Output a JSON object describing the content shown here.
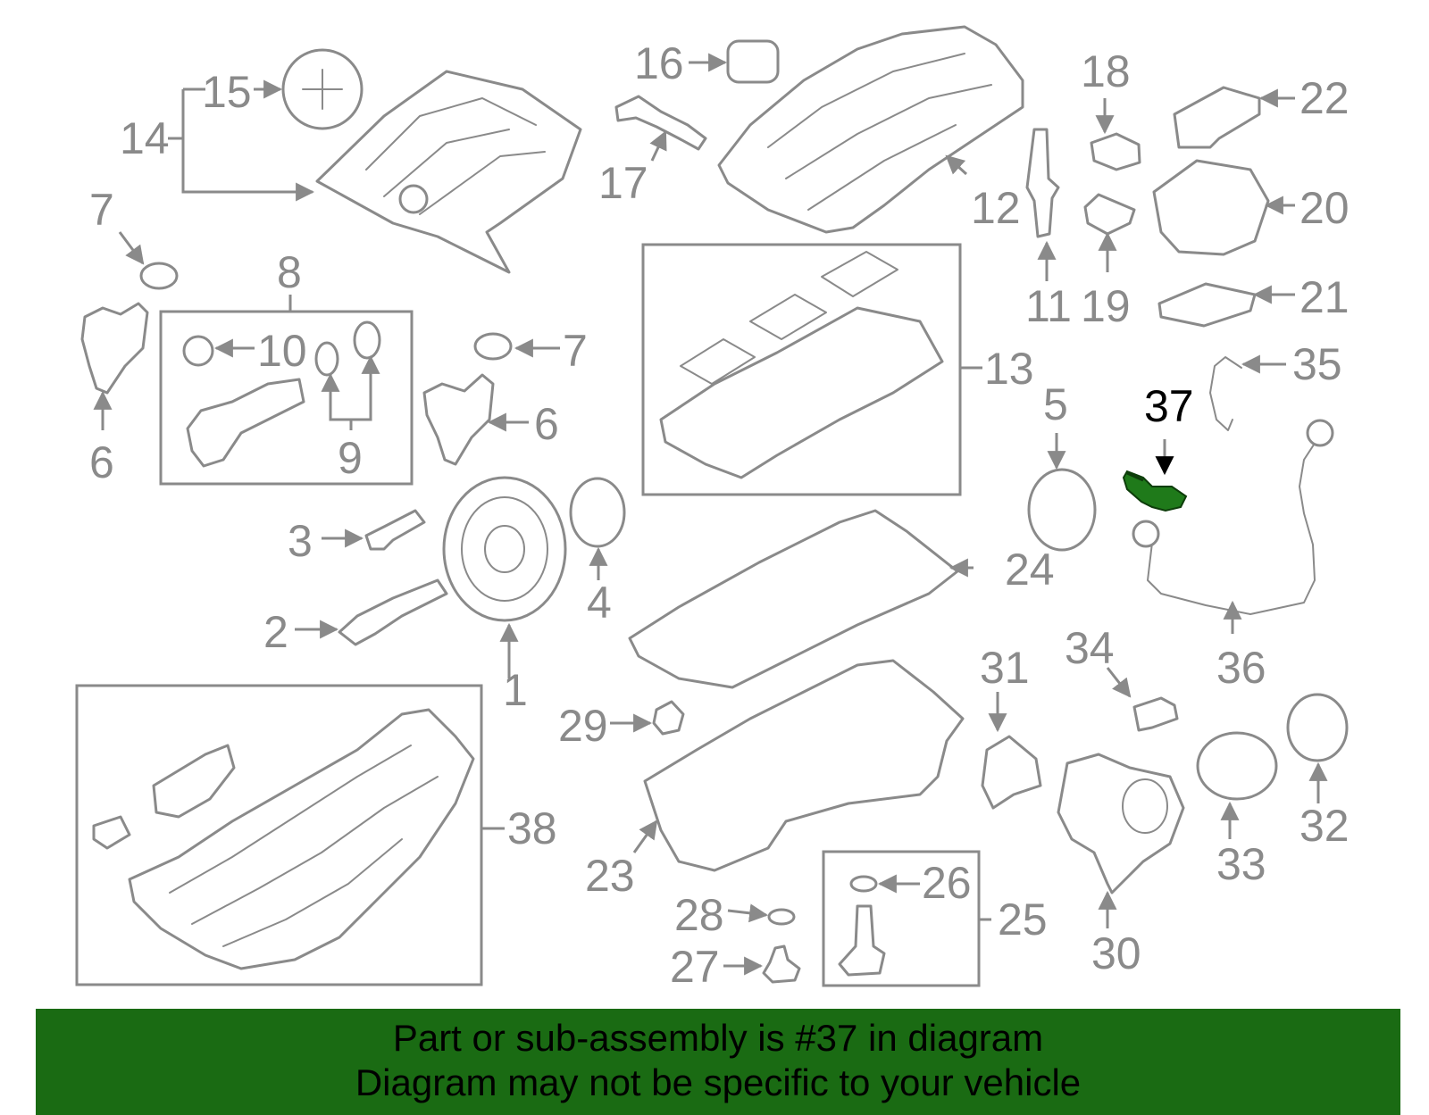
{
  "diagram": {
    "callout_numbers": {
      "p1": "1",
      "p2": "2",
      "p3": "3",
      "p4": "4",
      "p5": "5",
      "p6a": "6",
      "p6b": "6",
      "p7a": "7",
      "p7b": "7",
      "p8": "8",
      "p9": "9",
      "p10": "10",
      "p11": "11",
      "p12": "12",
      "p13": "13",
      "p14": "14",
      "p15": "15",
      "p16": "16",
      "p17": "17",
      "p18": "18",
      "p19": "19",
      "p20": "20",
      "p21": "21",
      "p22": "22",
      "p23": "23",
      "p24": "24",
      "p25": "25",
      "p26": "26",
      "p27": "27",
      "p28": "28",
      "p29": "29",
      "p30": "30",
      "p31": "31",
      "p32": "32",
      "p33": "33",
      "p34": "34",
      "p35": "35",
      "p36": "36",
      "p37": "37",
      "p38": "38"
    },
    "highlighted_part": "37",
    "colors": {
      "line": "#8a8a8a",
      "highlight_part": "#1f7a1a",
      "highlight_label": "#000000",
      "banner_background": "#1a6b13"
    }
  },
  "banner": {
    "line1": "Part or sub-assembly is #37 in diagram",
    "line2": "Diagram may not be specific to your vehicle"
  }
}
